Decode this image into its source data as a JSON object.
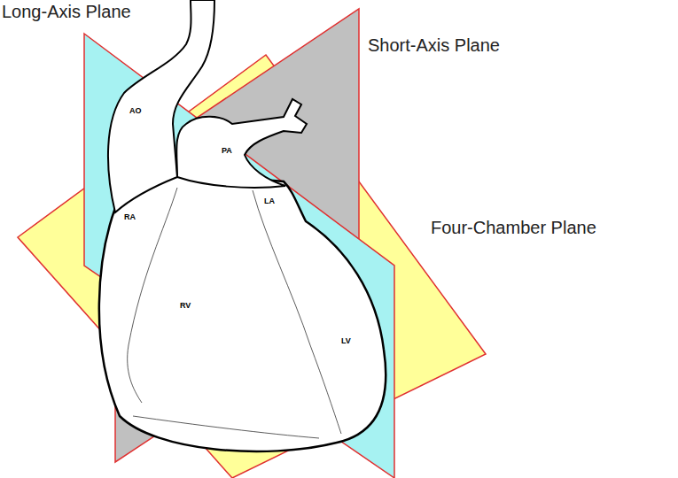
{
  "diagram": {
    "labels": [
      "Long-Axis Plane",
      "Short-Axis Plane",
      "Four-Chamber Plane",
      "AO",
      "PA",
      "LA",
      "RA",
      "RV",
      "LV"
    ]
  }
}
